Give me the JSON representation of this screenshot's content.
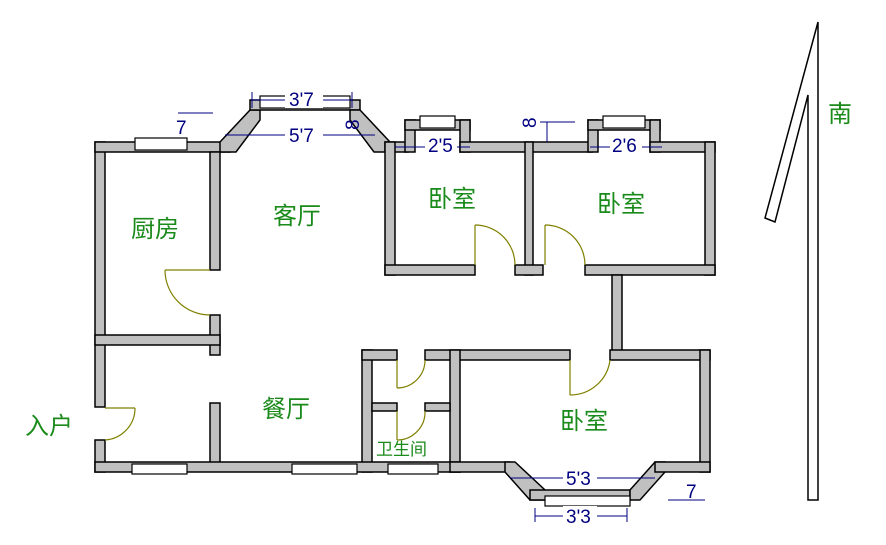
{
  "rooms": {
    "kitchen": "厨房",
    "living": "客厅",
    "bedroom_1": "卧室",
    "bedroom_2": "卧室",
    "bedroom_3": "卧室",
    "dining": "餐厅",
    "bathroom": "卫生间",
    "entrance": "入户"
  },
  "compass": {
    "label": "南"
  },
  "dimensions": {
    "living_window_outer": "3'7",
    "living_window_inner": "5'7",
    "living_bay_depth": "8",
    "bedroom1_window": "2'5",
    "bedroom2_window": "2'6",
    "bedroom_bay_depth": "8",
    "bedroom3_window_inner": "5'3",
    "bedroom3_window_outer": "3'3",
    "marker_left": "7",
    "marker_right": "7"
  },
  "colors": {
    "wall": "#c0c0c0",
    "label": "#1a8a1a",
    "dimension": "#000080",
    "door": "#808000"
  }
}
